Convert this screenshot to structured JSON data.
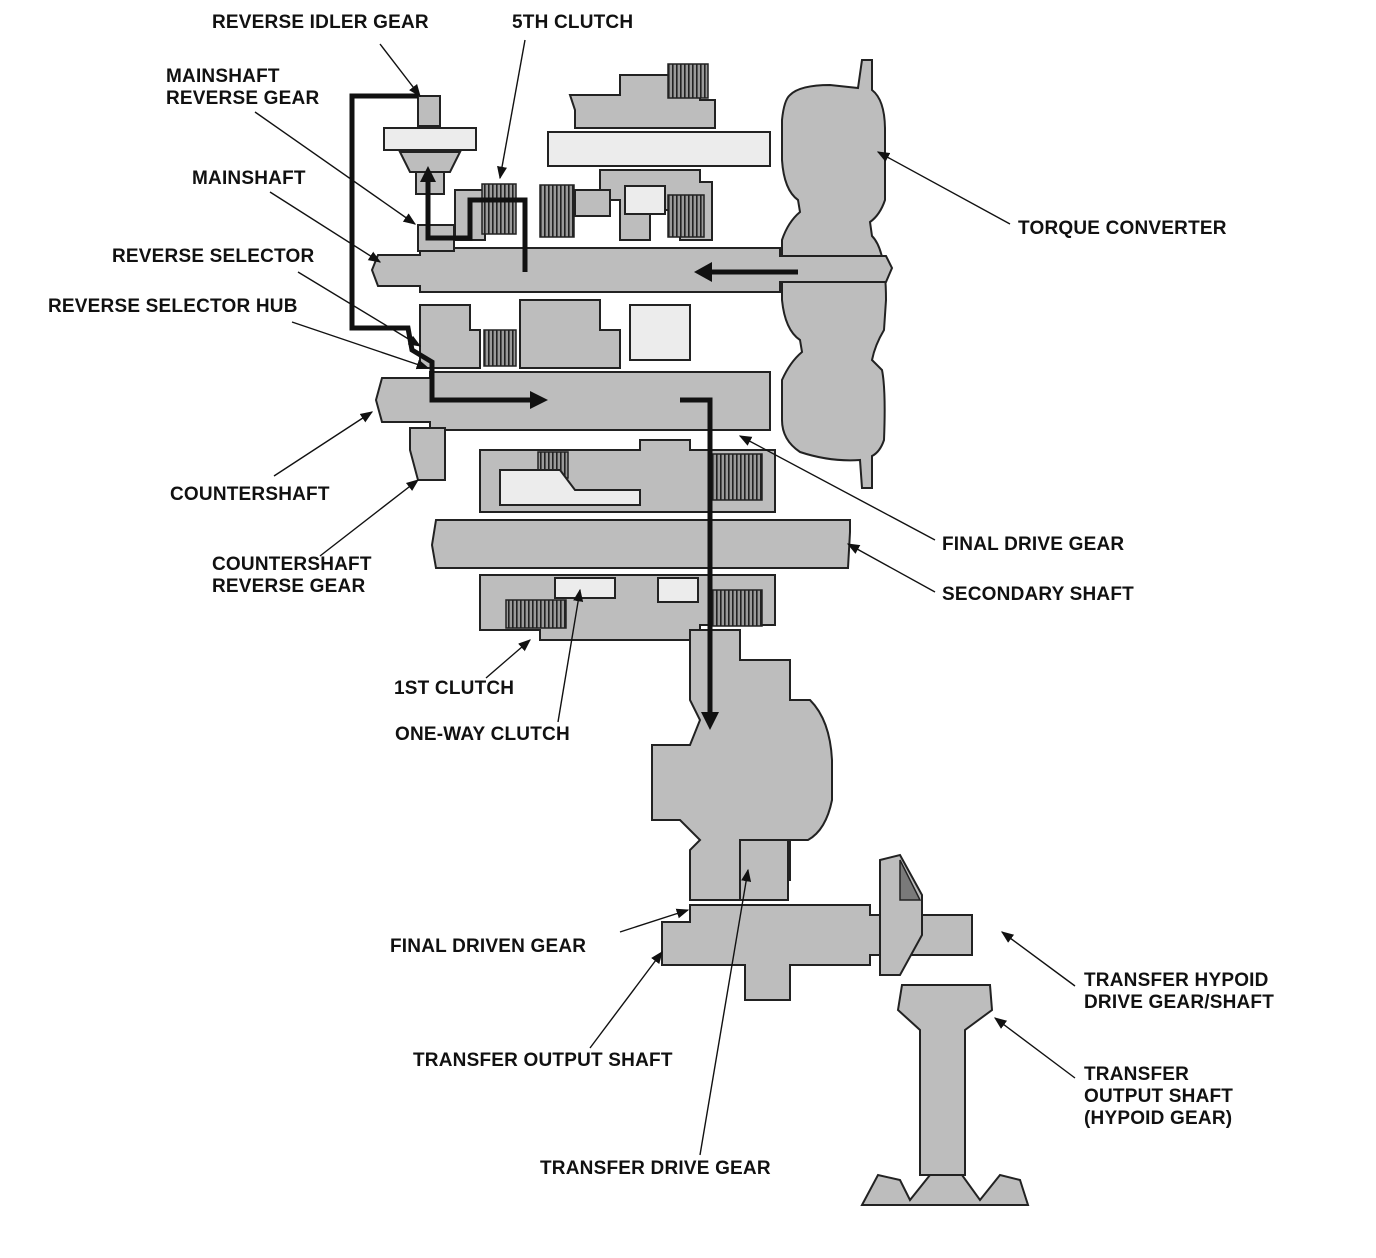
{
  "labels": {
    "reverse_idler_gear": "REVERSE IDLER GEAR",
    "fifth_clutch": "5TH CLUTCH",
    "mainshaft_reverse_gear_1": "MAINSHAFT",
    "mainshaft_reverse_gear_2": "REVERSE GEAR",
    "mainshaft": "MAINSHAFT",
    "reverse_selector": "REVERSE SELECTOR",
    "reverse_selector_hub": "REVERSE SELECTOR HUB",
    "countershaft": "COUNTERSHAFT",
    "countershaft_reverse_gear_1": "COUNTERSHAFT",
    "countershaft_reverse_gear_2": "REVERSE GEAR",
    "first_clutch": "1ST CLUTCH",
    "one_way_clutch": "ONE-WAY CLUTCH",
    "torque_converter": "TORQUE CONVERTER",
    "final_drive_gear": "FINAL DRIVE GEAR",
    "secondary_shaft": "SECONDARY SHAFT",
    "final_driven_gear": "FINAL DRIVEN GEAR",
    "transfer_output_shaft": "TRANSFER OUTPUT SHAFT",
    "transfer_drive_gear": "TRANSFER DRIVE GEAR",
    "transfer_hypoid_drive_1": "TRANSFER HYPOID",
    "transfer_hypoid_drive_2": "DRIVE GEAR/SHAFT",
    "transfer_output_hypoid_1": "TRANSFER",
    "transfer_output_hypoid_2": "OUTPUT SHAFT",
    "transfer_output_hypoid_3": "(HYPOID GEAR)"
  }
}
